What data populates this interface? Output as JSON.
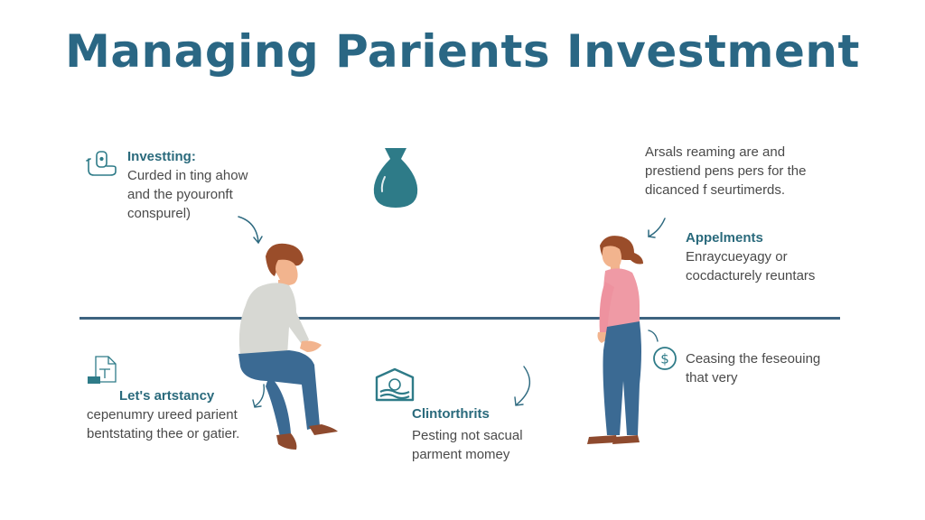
{
  "title": "Managing Parients Investment",
  "colors": {
    "title": "#2a6784",
    "accent_teal": "#2e7b88",
    "divider": "#3d6380",
    "body_text": "#4a4a4a"
  },
  "sections": {
    "investing": {
      "icon": "hand-phone-icon",
      "heading": "Investting:",
      "lines": [
        "Curded in ting ahow",
        "and the pyouronft",
        "conspurel)"
      ]
    },
    "top_right": {
      "lines": [
        "Arsals reaming are and",
        "prestiend pens pers for the",
        "dicanced f seurtimerds."
      ]
    },
    "appelments": {
      "heading": "Appelments",
      "lines": [
        "Enraycueyagy or",
        "cocdacturely reuntars"
      ]
    },
    "ceasing": {
      "icon": "dollar-circle-icon",
      "lines": [
        "Ceasing the feseouing",
        "that very"
      ]
    },
    "artstancy": {
      "icon": "document-icon",
      "heading": "Let's artstancy",
      "lines": [
        "cepenumry ureed parient",
        "bentstating thee or gatier."
      ]
    },
    "clintorthrits": {
      "icon": "money-envelope-icon",
      "heading": "Clintorthrits",
      "lines": [
        "Pesting not sacual",
        "parment momey"
      ]
    }
  },
  "illustrations": {
    "money_bag": "money-bag-icon",
    "man": "seated-man-figure",
    "woman": "standing-woman-figure"
  }
}
